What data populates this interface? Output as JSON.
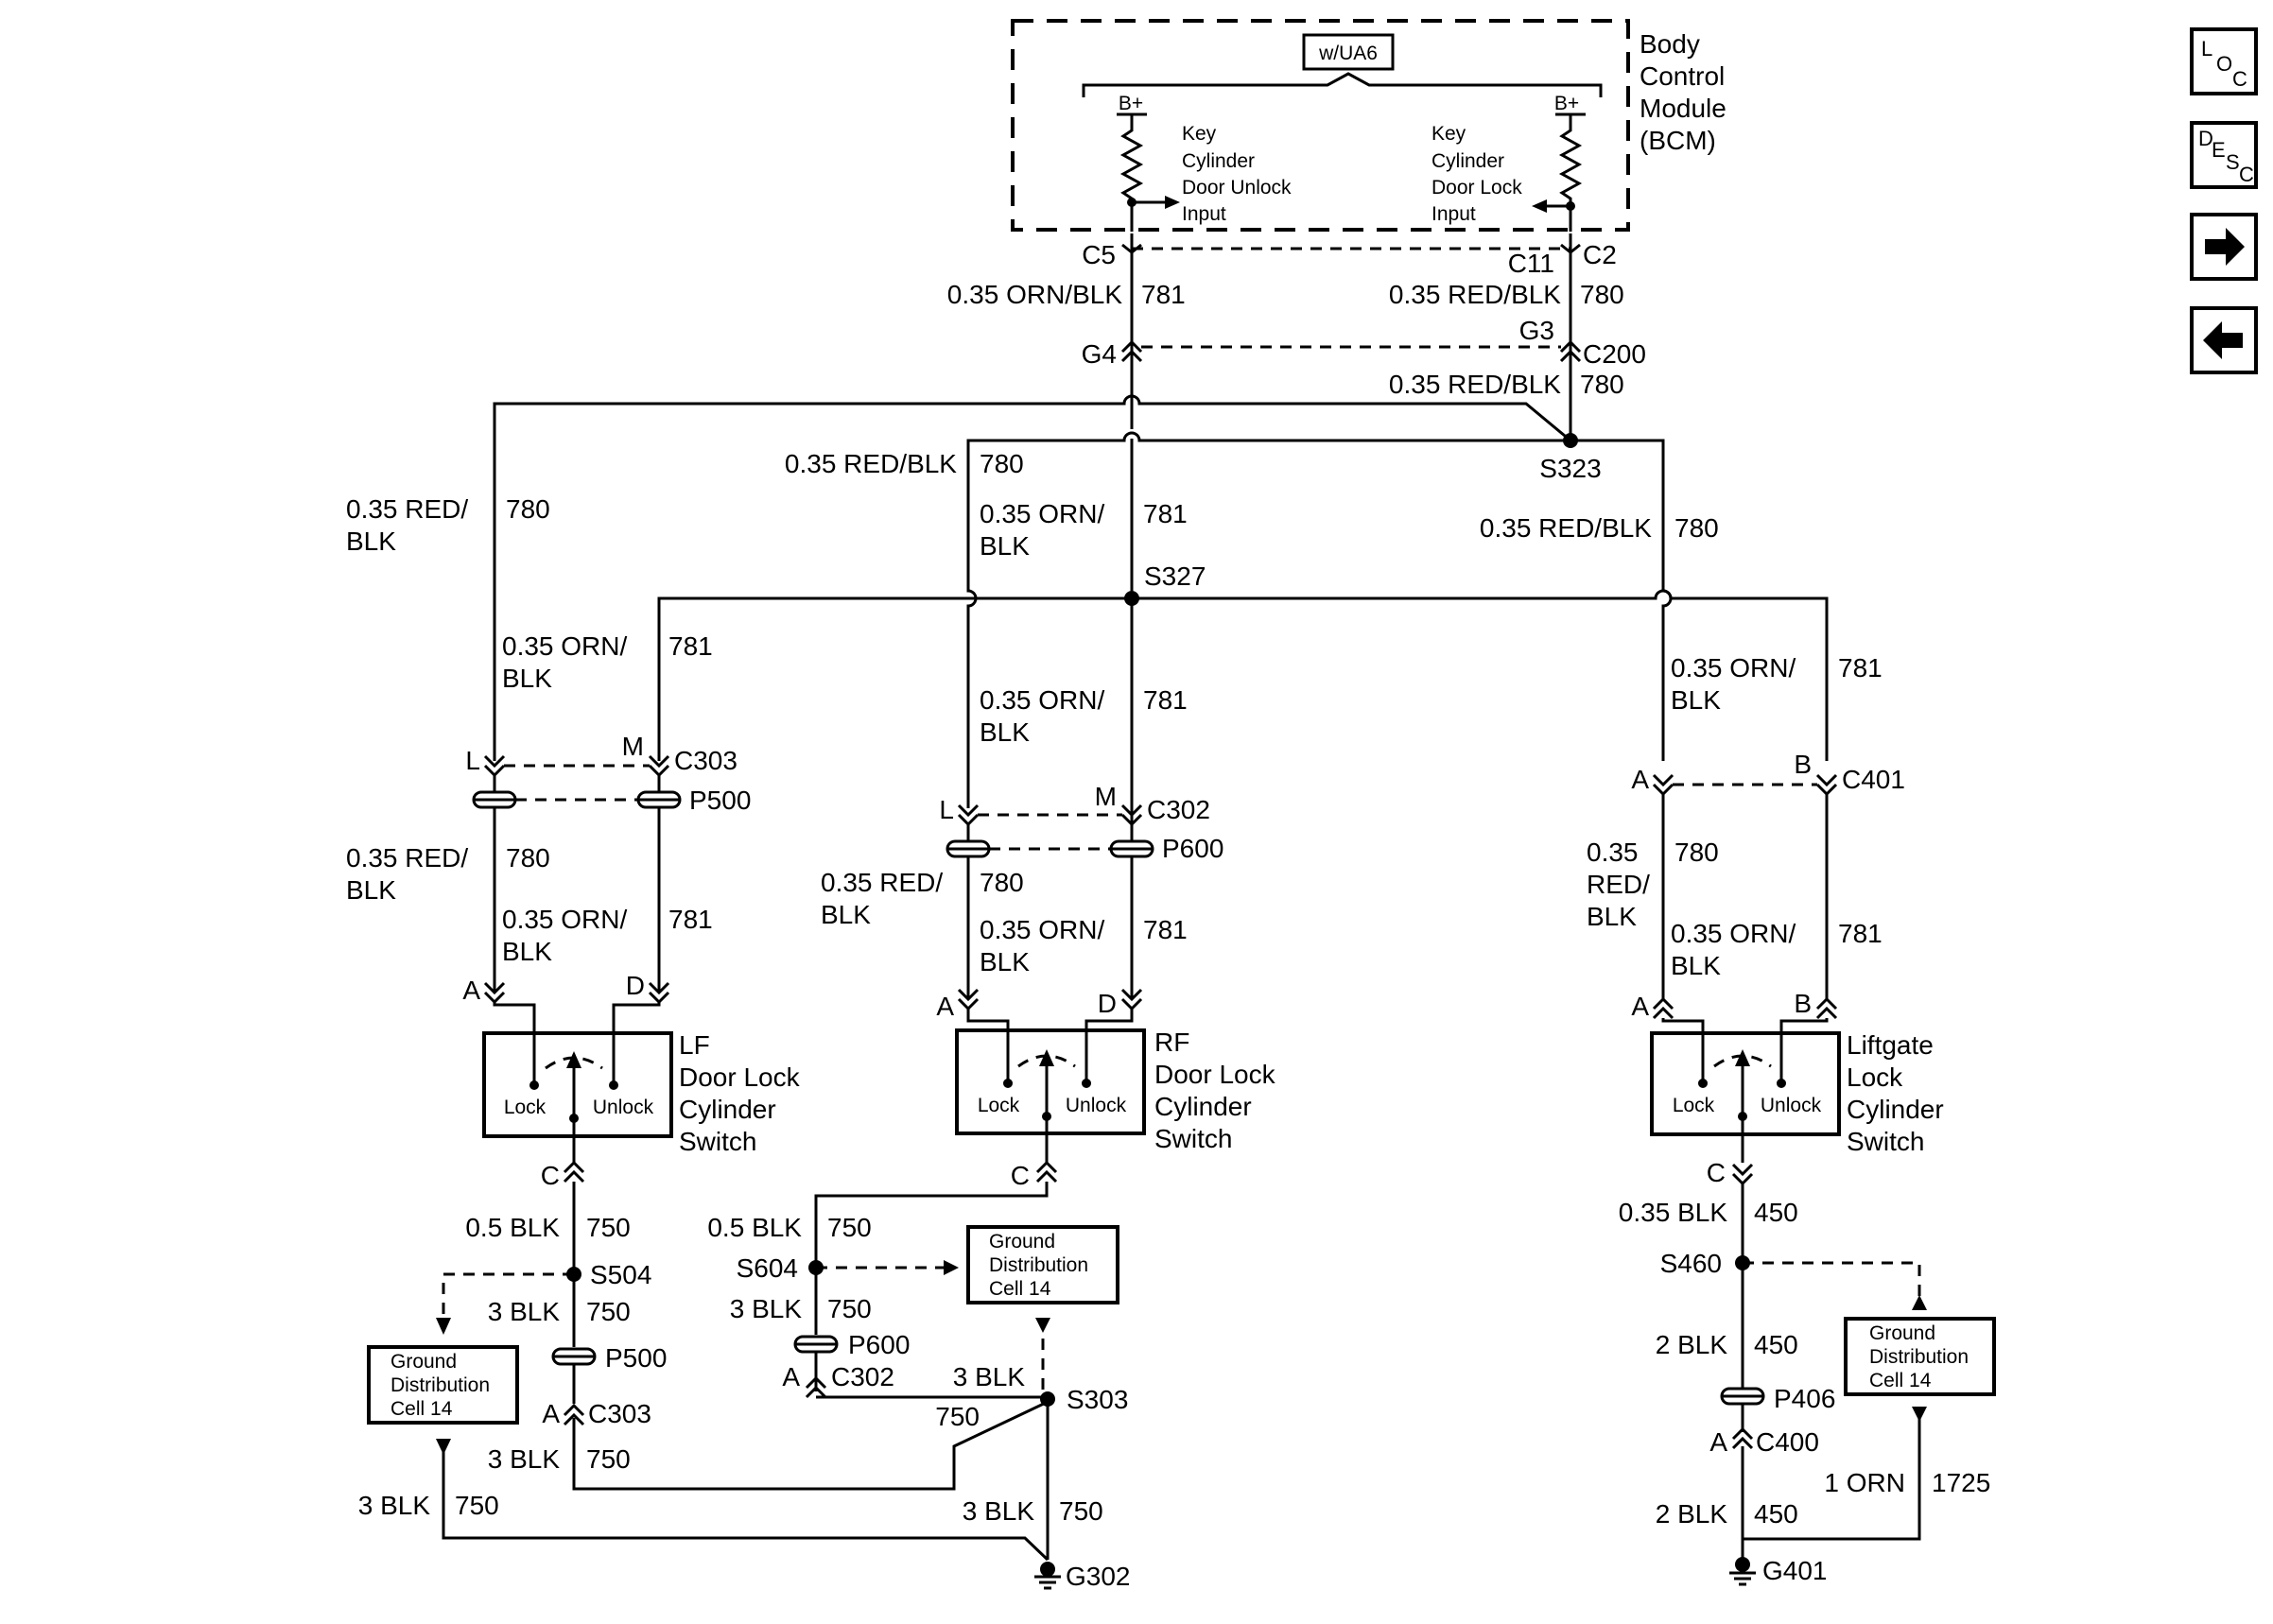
{
  "bcm": {
    "title_lines": [
      "Body",
      "Control",
      "Module",
      "(BCM)"
    ],
    "option": "w/UA6",
    "b_plus": "B+",
    "unlock_input_lines": [
      "Key",
      "Cylinder",
      "Door Unlock",
      "Input"
    ],
    "lock_input_lines": [
      "Key",
      "Cylinder",
      "Door Lock",
      "Input"
    ]
  },
  "connectors": {
    "c5": "C5",
    "c11": "C11",
    "c2": "C2",
    "g4": "G4",
    "g3": "G3",
    "c200": "C200",
    "c303": "C303",
    "p500": "P500",
    "c302": "C302",
    "p600": "P600",
    "c401": "C401",
    "p406": "P406",
    "c400": "C400"
  },
  "pins": {
    "l": "L",
    "m": "M",
    "a": "A",
    "b": "B",
    "c": "C",
    "d": "D"
  },
  "splices": {
    "s323": "S323",
    "s327": "S327",
    "s504": "S504",
    "s604": "S604",
    "s303": "S303",
    "s460": "S460"
  },
  "grounds": {
    "g302": "G302",
    "g401": "G401"
  },
  "wires": {
    "orn_blk_035": "0.35 ORN/BLK",
    "red_blk_035": "0.35 RED/BLK",
    "red_slash_035": "0.35 RED/",
    "orn_slash_035": "0.35 ORN/",
    "blk": "BLK",
    "red_slash": "RED/",
    "gauge_035": "0.35",
    "blk_05": "0.5 BLK",
    "blk_3": "3 BLK",
    "blk_2": "2 BLK",
    "blk_035": "0.35 BLK",
    "orn_1": "1 ORN"
  },
  "circuits": {
    "c781": "781",
    "c780": "780",
    "c750": "750",
    "c450": "450",
    "c1725": "1725"
  },
  "switches": {
    "lock": "Lock",
    "unlock": "Unlock",
    "lf_lines": [
      "LF",
      "Door Lock",
      "Cylinder",
      "Switch"
    ],
    "rf_lines": [
      "RF",
      "Door Lock",
      "Cylinder",
      "Switch"
    ],
    "liftgate_lines": [
      "Liftgate",
      "Lock",
      "Cylinder",
      "Switch"
    ]
  },
  "ground_distribution_lines": [
    "Ground",
    "Distribution",
    "Cell 14"
  ],
  "nav": {
    "loc": {
      "l": "L",
      "o": "O",
      "c": "C"
    },
    "desc": {
      "d": "D",
      "e": "E",
      "s": "S",
      "c": "C"
    },
    "next_icon": "right-arrow-icon",
    "prev_icon": "left-arrow-icon"
  }
}
